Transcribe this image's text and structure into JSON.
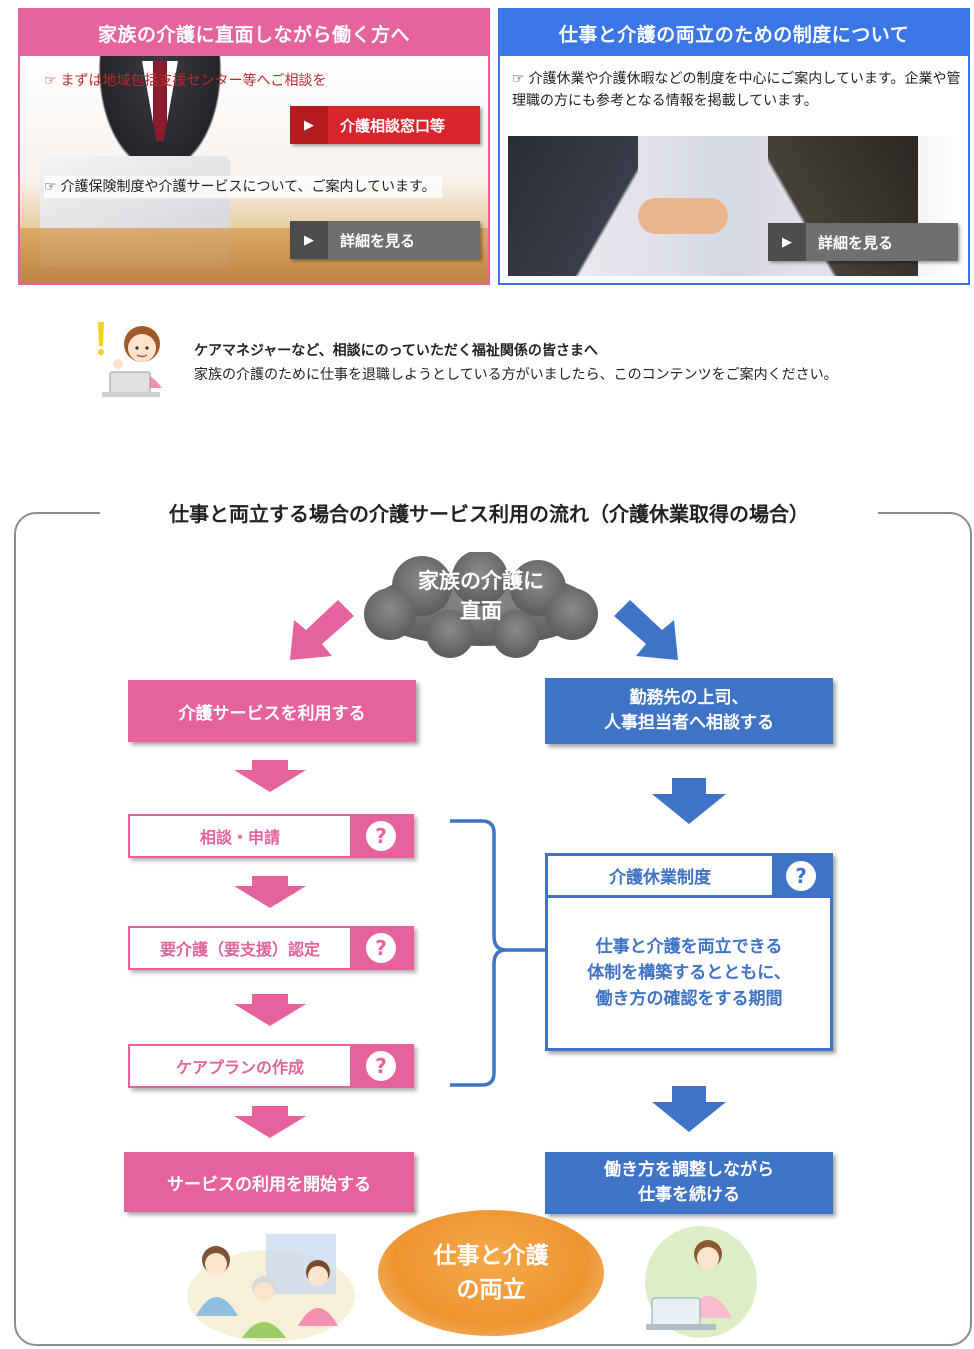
{
  "cards": {
    "left": {
      "title": "家族の介護に直面しながら働く方へ",
      "note1": "まずは地域包括支援センター等へご相談を",
      "button1": "介護相談窓口等",
      "note2": "介護保険制度や介護サービスについて、ご案内しています。",
      "button2": "詳細を見る"
    },
    "right": {
      "title": "仕事と介護の両立のための制度について",
      "note": "介護休業や介護休暇などの制度を中心にご案内しています。企業や管理職の方にも参考となる情報を掲載しています。",
      "button": "詳細を見る"
    },
    "pointer_glyph": "☞",
    "play_glyph": "▶"
  },
  "care_manager": {
    "title": "ケアマネジャーなど、相談にのっていただく福祉関係の皆さまへ",
    "text": "家族の介護のために仕事を退職しようとしている方がいましたら、このコンテンツをご案内ください。"
  },
  "flow": {
    "title": "仕事と両立する場合の介護サービス利用の流れ（介護休業取得の場合）",
    "cloud_line1": "家族の介護に",
    "cloud_line2": "直面",
    "left": {
      "start": "介護サービスを利用する",
      "steps": [
        "相談・申請",
        "要介護（要支援）認定",
        "ケアプランの作成"
      ],
      "end": "サービスの利用を開始する"
    },
    "right": {
      "start_line1": "勤務先の上司、",
      "start_line2": "人事担当者へ相談する",
      "leave_title": "介護休業制度",
      "leave_line1": "仕事と介護を両立できる",
      "leave_line2": "体制を構築するとともに、",
      "leave_line3": "働き方の確認をする期間",
      "end_line1": "働き方を調整しながら",
      "end_line2": "仕事を続ける"
    },
    "goal_line1": "仕事と介護",
    "goal_line2": "の両立",
    "help_glyph": "?"
  },
  "colors": {
    "pink": "#e5629c",
    "blue": "#3f73c6",
    "header_blue": "#3b76e6",
    "red_button": "#d7262c",
    "gray_button": "#6f6f6f",
    "orange": "#ee9430"
  },
  "icons": [
    "pointing-hand-icon",
    "play-icon",
    "help-icon",
    "down-arrow-icon",
    "diagonal-arrow-icon"
  ]
}
